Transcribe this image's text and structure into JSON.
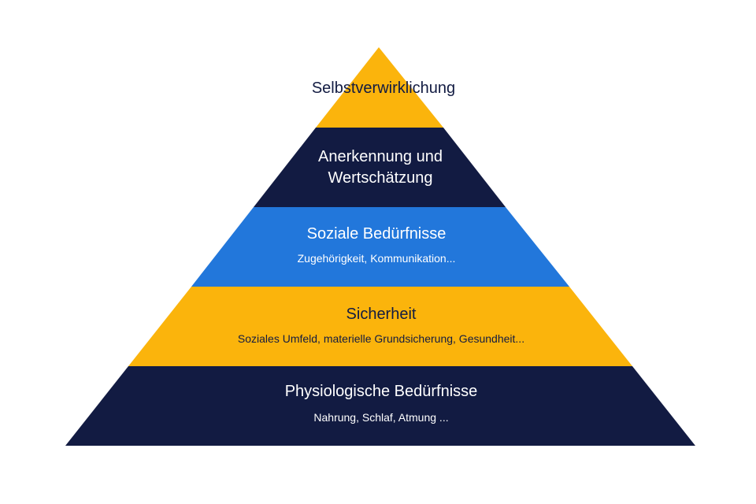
{
  "colors": {
    "navy": "#121b42",
    "gold": "#fbb40c",
    "blue": "#2277db",
    "white": "#ffffff"
  },
  "pyramid": {
    "levels": [
      {
        "id": "level-5",
        "title": "Selbstverwirklichung",
        "subtitle": "",
        "fill": "gold",
        "text_color": "navy"
      },
      {
        "id": "level-4",
        "title_line1": "Anerkennung und",
        "title_line2": "Wertschätzung",
        "subtitle": "",
        "fill": "navy",
        "text_color": "white"
      },
      {
        "id": "level-3",
        "title": "Soziale Bedürfnisse",
        "subtitle": "Zugehörigkeit, Kommunikation...",
        "fill": "blue",
        "text_color": "white"
      },
      {
        "id": "level-2",
        "title": "Sicherheit",
        "subtitle": "Soziales Umfeld, materielle Grundsicherung, Gesundheit...",
        "fill": "gold",
        "text_color": "navy"
      },
      {
        "id": "level-1",
        "title": "Physiologische Bedürfnisse",
        "subtitle": "Nahrung, Schlaf, Atmung ...",
        "fill": "navy",
        "text_color": "white"
      }
    ]
  }
}
